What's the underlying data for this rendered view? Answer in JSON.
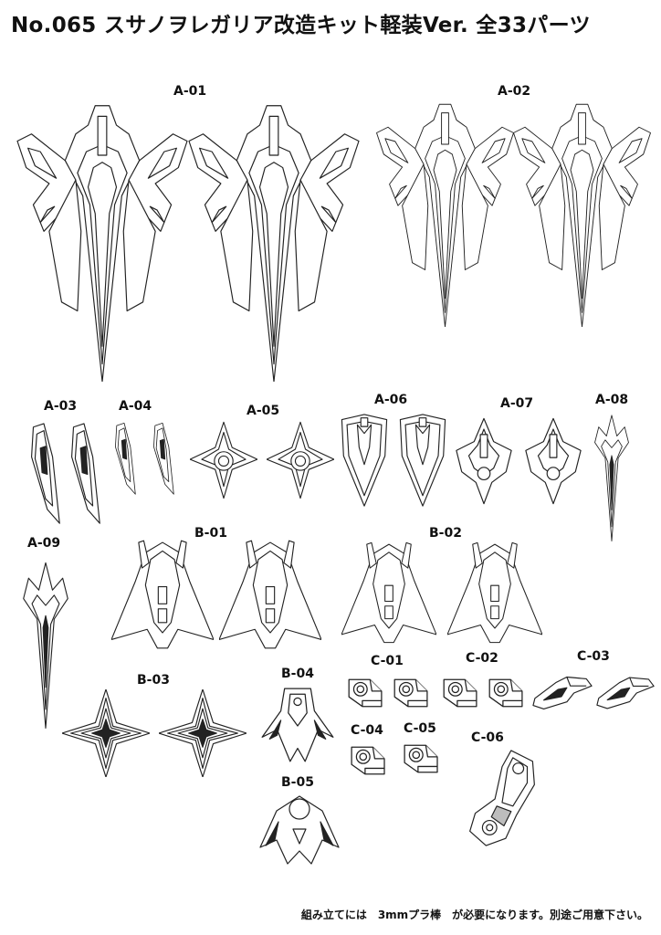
{
  "title": "No.065 スサノヲレガリア改造キット軽装Ver. 全33パーツ",
  "labels": {
    "a01": "A-01",
    "a02": "A-02",
    "a03": "A-03",
    "a04": "A-04",
    "a05": "A-05",
    "a06": "A-06",
    "a07": "A-07",
    "a08": "A-08",
    "a09": "A-09",
    "b01": "B-01",
    "b02": "B-02",
    "b03": "B-03",
    "b04": "B-04",
    "b05": "B-05",
    "c01": "C-01",
    "c02": "C-02",
    "c03": "C-03",
    "c04": "C-04",
    "c05": "C-05",
    "c06": "C-06"
  },
  "footer": "組み立てには　3mmプラ棒　が必要になります。別途ご用意下さい。",
  "colors": {
    "line": "#222222",
    "paper": "#ffffff",
    "shade": "#bdbdbd"
  }
}
